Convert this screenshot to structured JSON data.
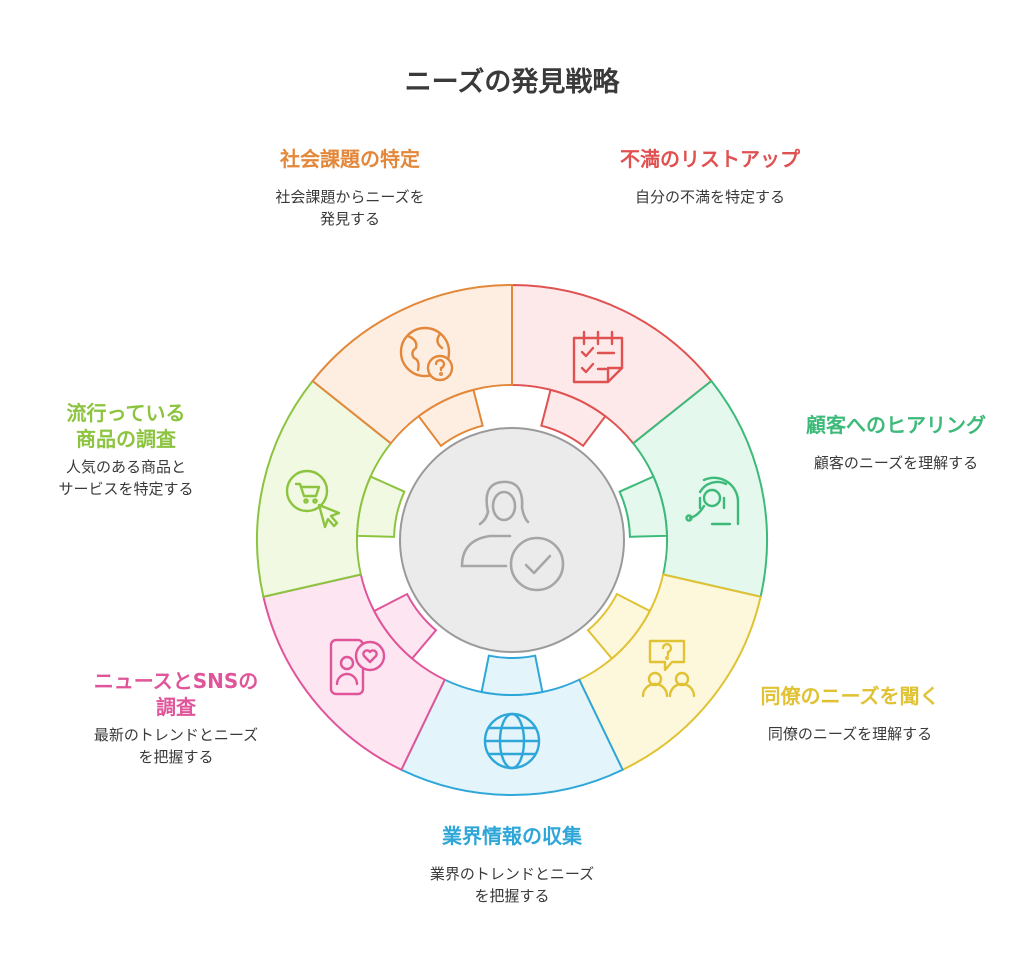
{
  "title": "ニーズの発見戦略",
  "center_icon": "person-check-icon",
  "segments": [
    {
      "id": "complaints",
      "heading": "不満のリストアップ",
      "desc": "自分の不満を特定する",
      "icon": "checklist-icon",
      "color": "#e05252",
      "fill": "#fde9e9"
    },
    {
      "id": "customer",
      "heading": "顧客へのヒアリング",
      "desc": "顧客のニーズを理解する",
      "icon": "headset-agent-icon",
      "color": "#3dba7a",
      "fill": "#e4f8ed"
    },
    {
      "id": "colleagues",
      "heading": "同僚のニーズを聞く",
      "desc": "同僚のニーズを理解する",
      "icon": "group-question-icon",
      "color": "#e0c234",
      "fill": "#fdf8dc"
    },
    {
      "id": "industry",
      "heading": "業界情報の収集",
      "desc_lines": [
        "業界のトレンドとニーズ",
        "を把握する"
      ],
      "icon": "globe-icon",
      "color": "#2ea7d8",
      "fill": "#e3f4fb"
    },
    {
      "id": "news",
      "heading_lines": [
        "ニュースとSNSの",
        "調査"
      ],
      "desc_lines": [
        "最新のトレンドとニーズ",
        "を把握する"
      ],
      "icon": "social-media-icon",
      "color": "#e0559a",
      "fill": "#fde6f1"
    },
    {
      "id": "trending",
      "heading_lines": [
        "流行っている",
        "商品の調査"
      ],
      "desc_lines": [
        "人気のある商品と",
        "サービスを特定する"
      ],
      "icon": "shopping-cart-click-icon",
      "color": "#8cc43f",
      "fill": "#f1f9e3"
    },
    {
      "id": "social",
      "heading": "社会課題の特定",
      "desc_lines": [
        "社会課題からニーズを",
        "発見する"
      ],
      "icon": "globe-question-icon",
      "color": "#e3883a",
      "fill": "#fdeee1"
    }
  ]
}
